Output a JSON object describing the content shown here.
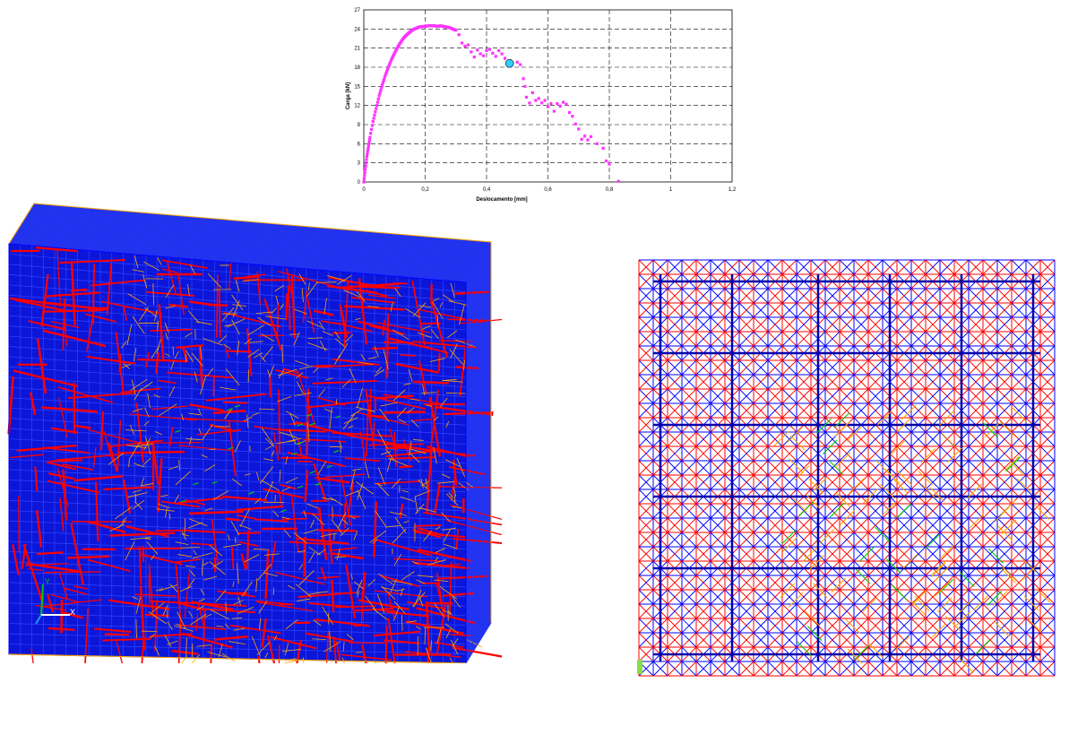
{
  "chart_data": {
    "type": "scatter",
    "xlabel": "Deslocamento [mm]",
    "ylabel": "Carga [kN]",
    "xlim": [
      0,
      1.2
    ],
    "ylim": [
      0,
      27
    ],
    "x_ticks": [
      "0",
      "0,2",
      "0,4",
      "0,6",
      "0,8",
      "1",
      "1,2"
    ],
    "y_ticks": [
      "0",
      "3",
      "6",
      "9",
      "12",
      "15",
      "18",
      "21",
      "24",
      "27"
    ],
    "grid": true,
    "series": [
      {
        "color": "#ff33ff",
        "x": [
          0,
          0.005,
          0.01,
          0.015,
          0.02,
          0.03,
          0.04,
          0.05,
          0.06,
          0.07,
          0.08,
          0.09,
          0.1,
          0.11,
          0.12,
          0.13,
          0.14,
          0.15,
          0.16,
          0.17,
          0.18,
          0.19,
          0.2,
          0.21,
          0.22,
          0.23,
          0.24,
          0.25,
          0.26,
          0.27,
          0.28,
          0.29,
          0.3,
          0.31,
          0.32,
          0.33,
          0.34,
          0.35,
          0.36,
          0.37,
          0.38,
          0.39,
          0.4,
          0.41,
          0.42,
          0.43,
          0.44,
          0.45,
          0.46,
          0.5,
          0.51,
          0.52,
          0.525,
          0.53,
          0.54,
          0.55,
          0.56,
          0.57,
          0.58,
          0.59,
          0.6,
          0.61,
          0.62,
          0.63,
          0.64,
          0.65,
          0.66,
          0.67,
          0.68,
          0.69,
          0.7,
          0.71,
          0.72,
          0.73,
          0.74,
          0.76,
          0.78,
          0.79,
          0.8,
          0.83
        ],
        "y": [
          0,
          2,
          4,
          5.5,
          7,
          9.5,
          11.5,
          13.5,
          15.2,
          16.7,
          18,
          19.2,
          20.2,
          21.1,
          21.9,
          22.6,
          23.1,
          23.5,
          23.9,
          24.1,
          24.3,
          24.4,
          24.4,
          24.5,
          24.5,
          24.5,
          24.4,
          24.5,
          24.4,
          24.3,
          24.2,
          24,
          23.8,
          23.1,
          21.8,
          21.3,
          21.5,
          20.4,
          19.6,
          20.7,
          20.1,
          19.8,
          20.6,
          20.8,
          20.2,
          19.7,
          20.6,
          20.1,
          19.4,
          18.8,
          18.4,
          16.2,
          15,
          13.3,
          12.4,
          14,
          12.8,
          13.1,
          12.4,
          12.8,
          11.8,
          12.3,
          11.1,
          12.3,
          11.9,
          12.5,
          12.2,
          10.9,
          10.3,
          9.1,
          8.3,
          6.7,
          7.2,
          6.6,
          7.1,
          6.0,
          5.3,
          3.3,
          2.8,
          0.1
        ]
      }
    ],
    "highlight_point": {
      "x": 0.475,
      "y": 18.6,
      "color": "#33ccff"
    }
  },
  "views": {
    "mesh3d": {
      "axis_labels": [
        "Y",
        "X"
      ],
      "colors": [
        "#0000ff",
        "#ff0000",
        "#ffa500",
        "#00cc00"
      ]
    },
    "mesh2d": {
      "colors": [
        "#0000ff",
        "#ff0000",
        "#ffa500",
        "#00cc00"
      ]
    }
  }
}
